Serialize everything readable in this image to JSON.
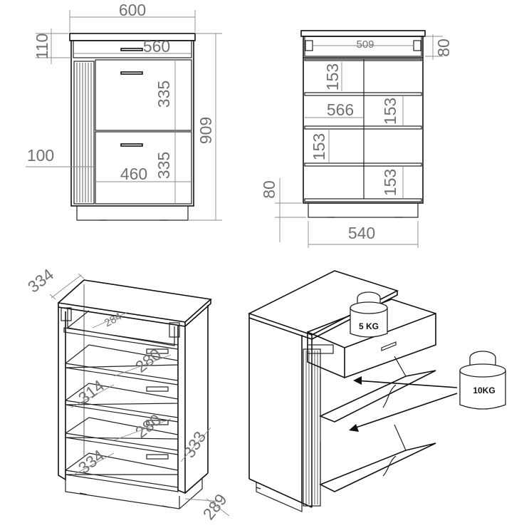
{
  "front_view": {
    "width": "600",
    "top_height": "110",
    "drawer_inner": "560",
    "flap_upper_height": "335",
    "flap_lower_height": "335",
    "total_height": "909",
    "side_panel": "100",
    "flap_width": "460"
  },
  "section_view": {
    "drawer_width": "509",
    "drawer_height": "80",
    "shelf_gap_1": "153",
    "shelf_gap_2": "153",
    "shelf_gap_3": "153",
    "shelf_gap_4": "153",
    "inner_width": "566",
    "plinth_height": "80",
    "plinth_width": "540"
  },
  "iso_inside": {
    "depth_top": "334",
    "drawer_depth": "284",
    "shelf_1": "280",
    "shelf_2": "314",
    "shelf_3": "280",
    "shelf_4": "334",
    "side_height": "333",
    "plinth_depth": "289"
  },
  "iso_load": {
    "drawer_load": "5 KG",
    "flap_load": "10KG"
  }
}
